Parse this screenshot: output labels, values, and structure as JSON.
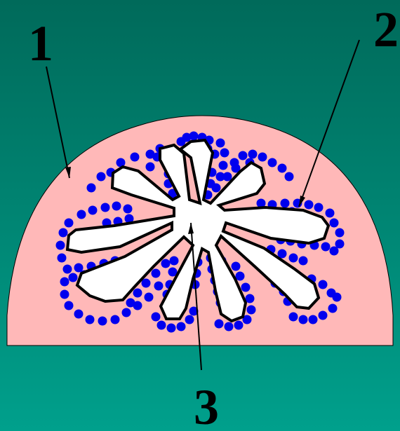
{
  "labels": {
    "one": "1",
    "two": "2",
    "three": "3"
  },
  "colors": {
    "background_top": "#006a5a",
    "background_bottom": "#00a08c",
    "outer_region": "#ffb8b8",
    "lumen": "#ffffff",
    "dots": "#0000ee",
    "outline": "#000000"
  }
}
